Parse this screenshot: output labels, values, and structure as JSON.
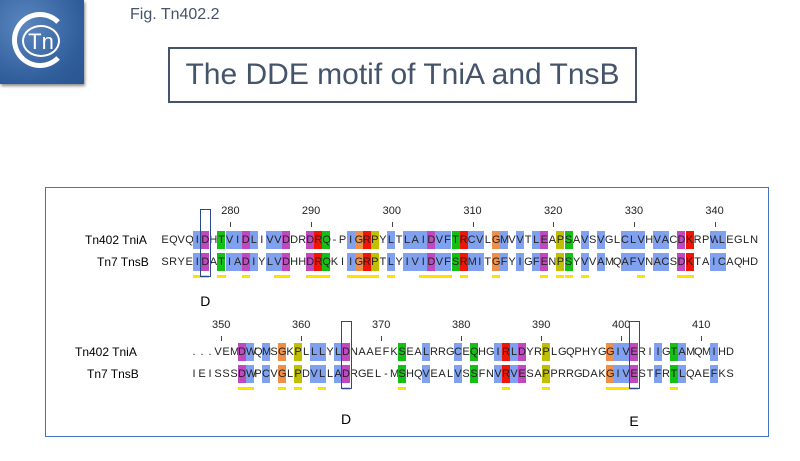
{
  "header": {
    "figure_label": "Fig. Tn402.2",
    "title": "The DDE motif of TniA and TnsB",
    "logo_text": "Tn"
  },
  "alignment": {
    "blocks": [
      {
        "ruler": [
          "280",
          "290",
          "300",
          "310",
          "320",
          "330",
          "340"
        ],
        "rows": [
          {
            "name": "Tn402 TniA",
            "seq": "EQVQIDHTVIDLIVVDDRDRQ-PIGRPYLTLAIDVFTRCVLGMVVTLEAPSAVSVGLCLVHVACDKRPWLEGLN"
          },
          {
            "name": "Tn7 TnsB",
            "seq": "SRYEIDATIADIYLVDHHDRQKIIGRPTLYIVIDVFSRMITGFYIGFENPSYVVAMQAFVNACSDKTAICAQHD"
          }
        ],
        "motif_marks": [
          {
            "label": "D"
          }
        ]
      },
      {
        "ruler": [
          "350",
          "360",
          "370",
          "380",
          "390",
          "400",
          "410"
        ],
        "rows": [
          {
            "name": "Tn402 TniA",
            "seq": "...VEMDWQMSGKPLLLYLDNAAEFKSEALRRGCEQHGIRLDYRPLGQPHYGGIVERIIGTAMQMIHD"
          },
          {
            "name": "Tn7 TnsB",
            "seq": "IEISSSDWPCVGLPDVLLADRGEL-MSHQVEALVSSFNVRVESAPPRRGDAKGIVESTFRTLQAEFKS"
          }
        ],
        "motif_marks": [
          {
            "label": "D"
          },
          {
            "label": "E"
          }
        ]
      }
    ],
    "colors": {
      "hydrophobic": "#80a0f0",
      "acidic": "#c048c0",
      "basic": "#f01505",
      "glycine": "#f09048",
      "proline": "#c0c000",
      "polar": "#15c015",
      "aromatic": "#15a4a4",
      "conserved_underline": "#ffe100",
      "box": "#2b4a8c"
    }
  }
}
